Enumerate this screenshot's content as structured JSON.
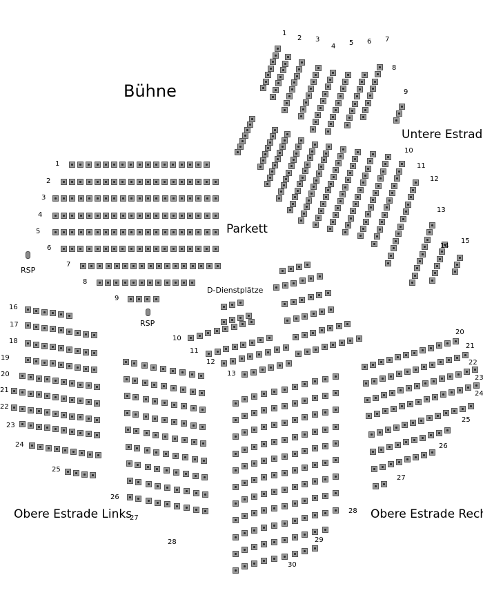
{
  "stage_label": "Bühne",
  "sections": {
    "parkett": "Parkett",
    "untere_estrade": "Untere Estrade",
    "obere_links": "Obere Estrade Links",
    "obere_rechts": "Obere Estrade Rechts",
    "dienst": "D-Dienstplätze"
  },
  "rsp_label": "RSP",
  "row_numbers": [
    "1",
    "2",
    "3",
    "4",
    "5",
    "6",
    "7",
    "8",
    "9",
    "10",
    "11",
    "12",
    "13",
    "14",
    "15",
    "16",
    "17",
    "18",
    "19",
    "20",
    "21",
    "22",
    "23",
    "24",
    "25",
    "26",
    "27",
    "28",
    "29",
    "30"
  ],
  "seat_color": "#9a9a9a",
  "seat_border": "#555555"
}
